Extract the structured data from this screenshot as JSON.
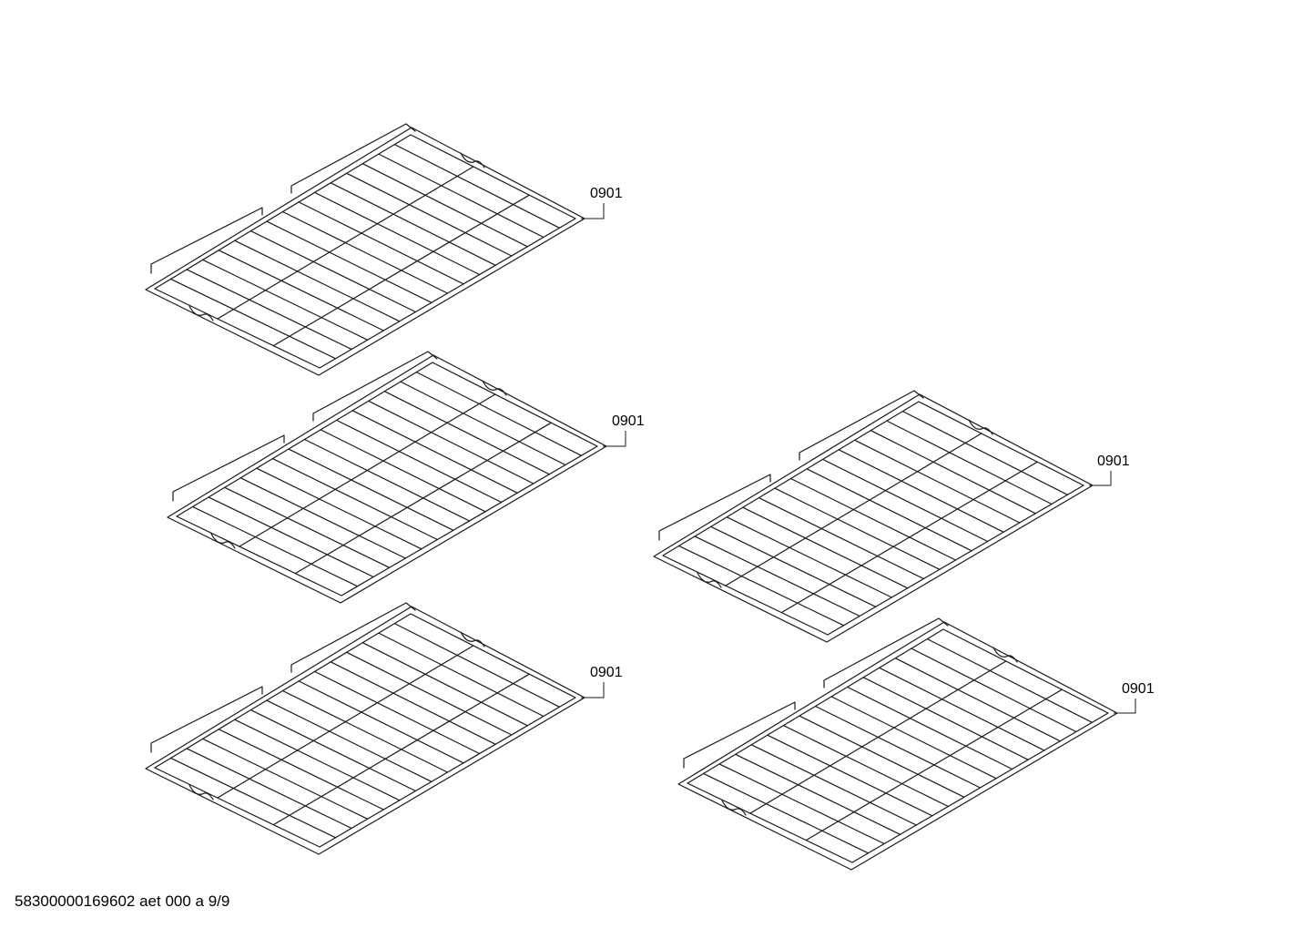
{
  "parts": [
    {
      "callout": "0901"
    },
    {
      "callout": "0901"
    },
    {
      "callout": "0901"
    },
    {
      "callout": "0901"
    },
    {
      "callout": "0901"
    }
  ],
  "footer": {
    "document_id": "58300000169602 aet 000 a 9/9"
  },
  "colors": {
    "line": "#1a1a1a",
    "background": "#ffffff"
  }
}
